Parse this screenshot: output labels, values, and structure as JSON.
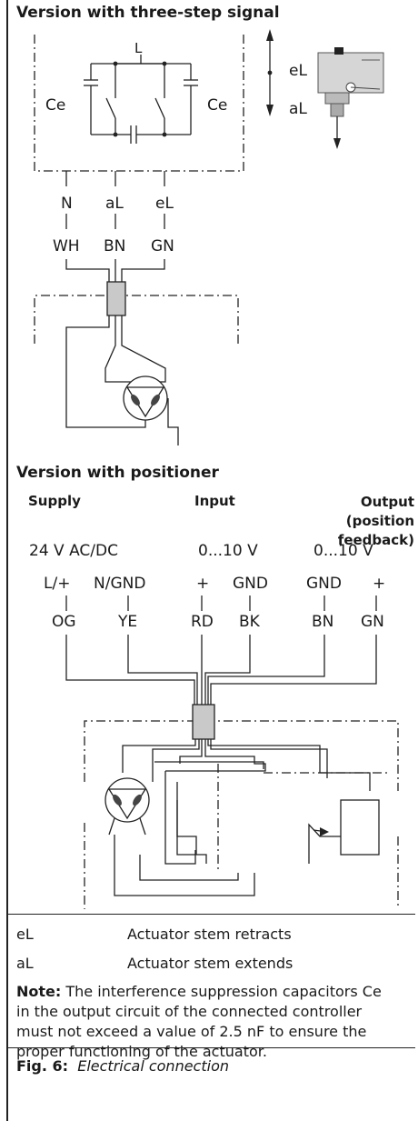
{
  "section1": {
    "title": "Version with three-step signal",
    "L_label": "L",
    "ce_left": "Ce",
    "ce_right": "Ce",
    "el_label": "eL",
    "al_label": "aL",
    "terminals": [
      "N",
      "aL",
      "eL"
    ],
    "wire_colors": [
      "WH",
      "BN",
      "GN"
    ]
  },
  "section2": {
    "title": "Version with positioner",
    "col_supply": "Supply",
    "col_input": "Input",
    "col_output": "Output (position feedback)",
    "supply_value": "24 V AC/DC",
    "input_value": "0...10 V",
    "output_value": "0...10 V",
    "terminals": [
      "L/+",
      "N/GND",
      "+",
      "GND",
      "GND",
      "+"
    ],
    "wire_colors": [
      "OG",
      "YE",
      "RD",
      "BK",
      "BN",
      "GN"
    ]
  },
  "legend": [
    {
      "code": "eL",
      "text": "Actuator stem retracts"
    },
    {
      "code": "aL",
      "text": "Actuator stem extends"
    }
  ],
  "note": {
    "label": "Note:",
    "text": " The interference suppression capacitors Ce in the output circuit of the connected controller must not exceed a value of 2.5 nF to ensure the proper functioning of the actuator."
  },
  "figure": {
    "label": "Fig. 6:",
    "caption": "Electrical connection"
  }
}
